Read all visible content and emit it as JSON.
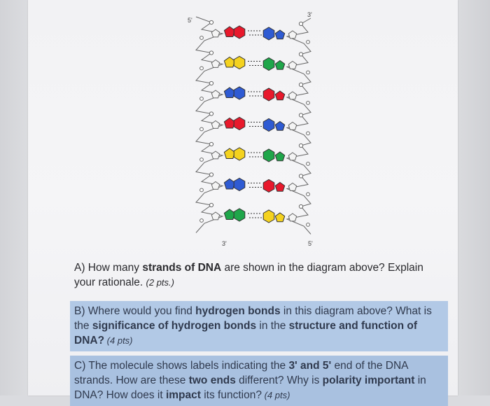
{
  "diagram": {
    "labels": {
      "top_left": "5'",
      "top_right": "3'",
      "bottom_left": "3'",
      "bottom_right": "5'"
    },
    "rungs": [
      [
        "red",
        "blue"
      ],
      [
        "yellow",
        "green"
      ],
      [
        "blue",
        "red"
      ],
      [
        "red",
        "blue"
      ],
      [
        "yellow",
        "green"
      ],
      [
        "blue",
        "red"
      ],
      [
        "green",
        "yellow"
      ]
    ],
    "colors": {
      "red": "#e8192c",
      "blue": "#2f5bd3",
      "yellow": "#f4d21f",
      "green": "#1fa64a",
      "backbone": "#666666"
    }
  },
  "questions": {
    "a": {
      "prefix": "A) How many ",
      "bold1": "strands of DNA",
      "mid": " are shown in the diagram above? Explain your rationale. ",
      "points": "(2 pts.)"
    },
    "b": {
      "prefix": "B) Where would you find ",
      "bold1": "hydrogen bonds",
      "mid1": " in this diagram above? What is the ",
      "bold2": "significance of hydrogen bonds",
      "mid2": " in the ",
      "bold3": "structure and function of DNA?",
      "points": " (4 pts)"
    },
    "c": {
      "prefix": "C) The molecule shows labels indicating the ",
      "bold1": "3' and 5'",
      "mid1": " end of the DNA strands. How are these ",
      "bold2": "two ends",
      "mid2": " different? Why is ",
      "bold3": "polarity important",
      "mid3": " in DNA? How does it ",
      "bold4": "impact",
      "mid4": " its function?",
      "points": " (4 pts)"
    }
  }
}
